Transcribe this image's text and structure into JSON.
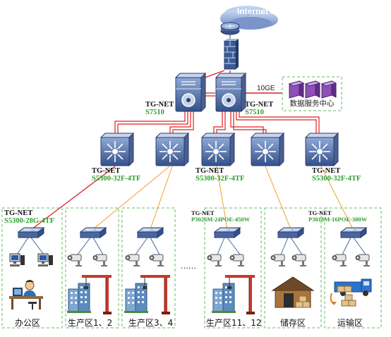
{
  "cloud_label": "Internet",
  "link_10ge_label": "10GE",
  "datacenter_label": "数据服务中心",
  "core_switches": [
    {
      "name": "TG-NET",
      "model": "S7510"
    },
    {
      "name": "TG-NET",
      "model": "S7510"
    }
  ],
  "aggregation_labels": [
    {
      "name": "TG-NET",
      "model": "S5300-32F-4TF"
    },
    {
      "name": "TG-NET",
      "model": "S5300-32F-4TF"
    },
    {
      "name": "TG-NET",
      "model": "S5300-32F-4TF"
    }
  ],
  "access_labels": [
    {
      "name": "TG-NET",
      "model": "S5300-28G-4TF"
    },
    {
      "name": "TG-NET",
      "model": "P3026M-24POE-450W"
    },
    {
      "name": "TG-NET",
      "model": "P3018M-16POE-300W"
    }
  ],
  "ellipsis": "……",
  "zones": [
    "办公区",
    "生产区1、2",
    "生产区3、4",
    "生产区11、12",
    "储存区",
    "运输区"
  ],
  "colors": {
    "link_red": "#e02020",
    "link_orange": "#f0a030",
    "zone_border": "#66bb66",
    "model_green": "#2e9e2e"
  }
}
